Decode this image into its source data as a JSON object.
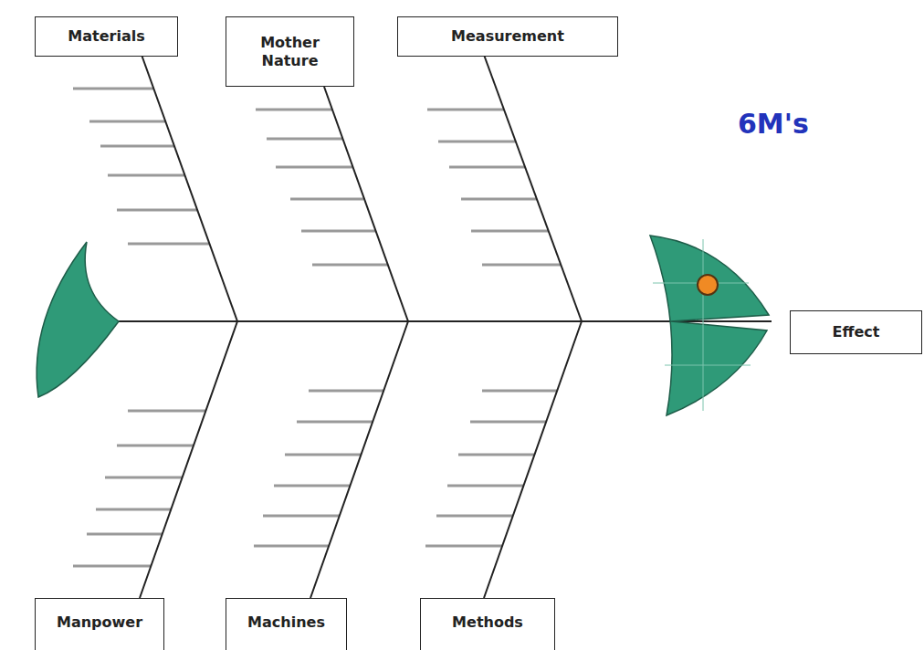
{
  "diagram": {
    "nodes": [
      {
        "text": [
          "Materials"
        ]
      },
      {
        "text": [
          "Mother Nature"
        ]
      },
      {
        "text": [
          "Measurement"
        ]
      },
      {
        "text": [
          "Effect"
        ]
      },
      {
        "text": [
          "Manpower"
        ]
      },
      {
        "text": [
          "Machines"
        ]
      },
      {
        "text": [
          "Methods"
        ]
      }
    ],
    "labels": [
      "6M's"
    ]
  }
}
